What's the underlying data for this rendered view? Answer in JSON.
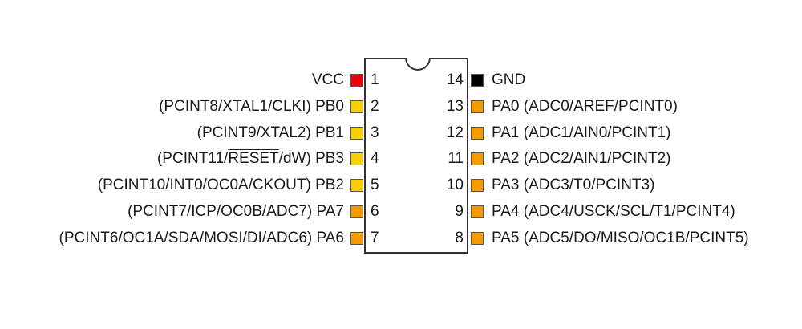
{
  "colors": {
    "power": "#e8000b",
    "ground": "#000000",
    "port_b": "#f8d000",
    "port_a": "#f59a00"
  },
  "left_pins": [
    {
      "num": "1",
      "label": "VCC",
      "color": "#e8000b"
    },
    {
      "num": "2",
      "label": "(PCINT8/XTAL1/CLKI) PB0",
      "color": "#f8d000"
    },
    {
      "num": "3",
      "label": "(PCINT9/XTAL2) PB1",
      "color": "#f8d000"
    },
    {
      "num": "4",
      "label_pre": "(PCINT11/",
      "label_over": "RESET",
      "label_post": "/dW) PB3",
      "color": "#f8d000"
    },
    {
      "num": "5",
      "label": "(PCINT10/INT0/OC0A/CKOUT) PB2",
      "color": "#f8d000"
    },
    {
      "num": "6",
      "label": "(PCINT7/ICP/OC0B/ADC7) PA7",
      "color": "#f59a00"
    },
    {
      "num": "7",
      "label": "(PCINT6/OC1A/SDA/MOSI/DI/ADC6) PA6",
      "color": "#f59a00"
    }
  ],
  "right_pins": [
    {
      "num": "14",
      "label": "GND",
      "color": "#000000"
    },
    {
      "num": "13",
      "label": "PA0 (ADC0/AREF/PCINT0)",
      "color": "#f59a00"
    },
    {
      "num": "12",
      "label": "PA1 (ADC1/AIN0/PCINT1)",
      "color": "#f59a00"
    },
    {
      "num": "11",
      "label": "PA2 (ADC2/AIN1/PCINT2)",
      "color": "#f59a00"
    },
    {
      "num": "10",
      "label": "PA3 (ADC3/T0/PCINT3)",
      "color": "#f59a00"
    },
    {
      "num": "9",
      "label": "PA4 (ADC4/USCK/SCL/T1/PCINT4)",
      "color": "#f59a00"
    },
    {
      "num": "8",
      "label": "PA5 (ADC5/DO/MISO/OC1B/PCINT5)",
      "color": "#f59a00"
    }
  ]
}
